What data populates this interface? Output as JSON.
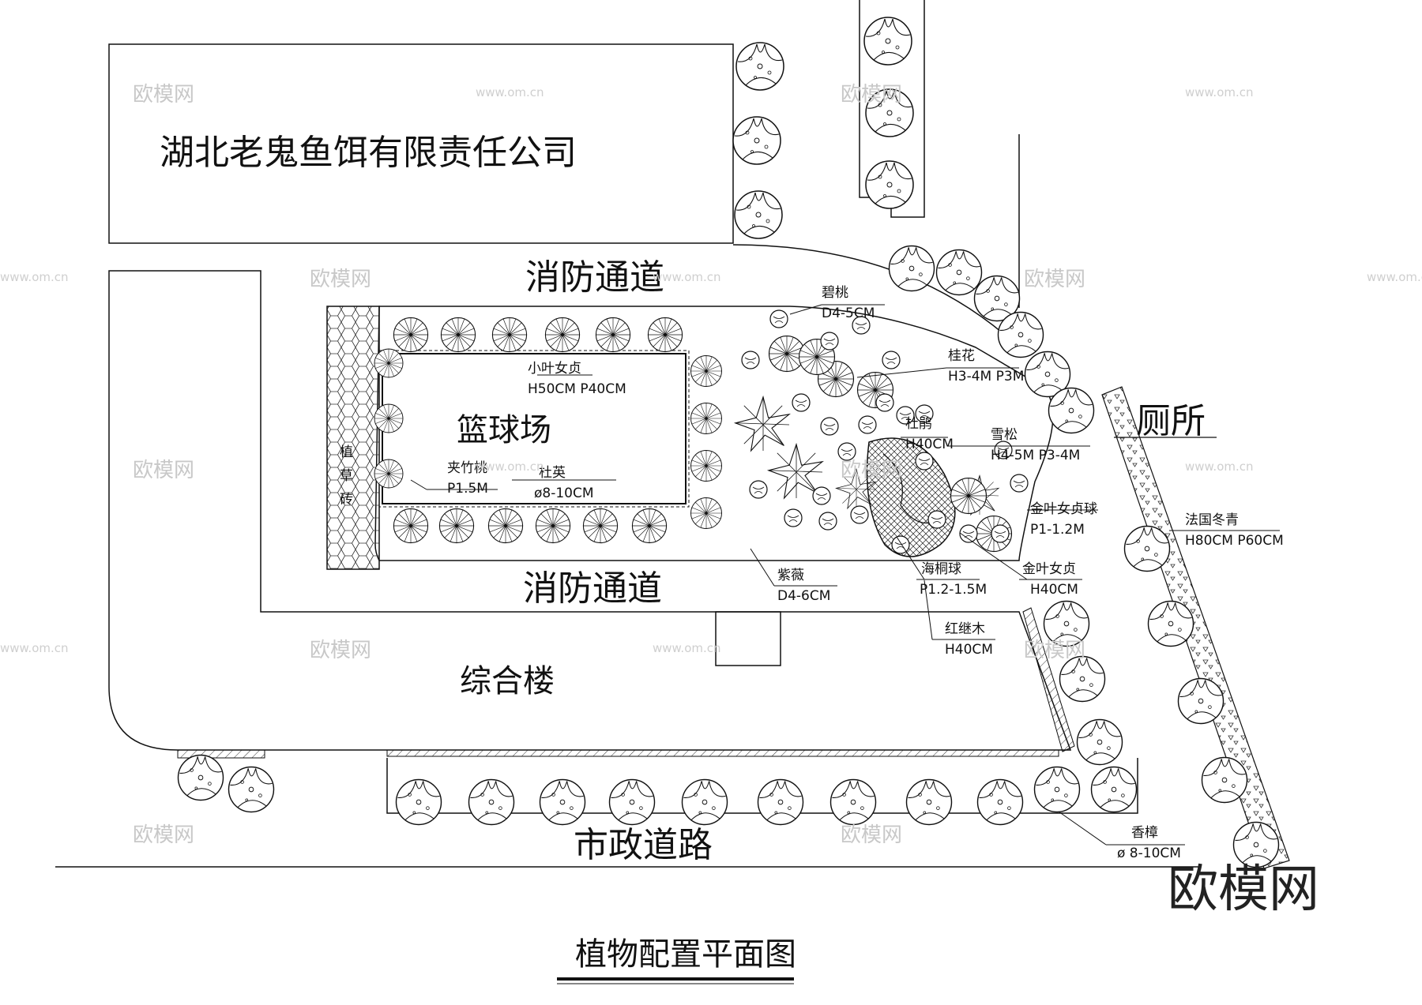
{
  "buildings": {
    "company": "湖北老鬼鱼饵有限责任公司",
    "complex": "综合楼",
    "toilet": "厕所",
    "court": "篮球场"
  },
  "roads": {
    "fire_lane_top": "消防通道",
    "fire_lane_bottom": "消防通道",
    "municipal": "市政道路"
  },
  "grass_brick": [
    "植",
    "草",
    "砖"
  ],
  "plants": {
    "bitao": {
      "name": "碧桃",
      "spec": "D4-5CM"
    },
    "guihua": {
      "name": "桂花",
      "spec": "H3-4M P3M"
    },
    "dujuan": {
      "name": "杜鹃",
      "spec": "H40CM"
    },
    "xuesong": {
      "name": "雪松",
      "spec": "H4-5M P3-4M"
    },
    "xiaoye": {
      "name": "小叶女贞",
      "spec": "H50CM P40CM"
    },
    "jiazhutao": {
      "name": "夹竹桃",
      "spec": "P1.5M"
    },
    "duying": {
      "name": "杜英",
      "spec": "ø8-10CM"
    },
    "jinyeqiu": {
      "name": "金叶女贞球",
      "spec": "P1-1.2M"
    },
    "faguo": {
      "name": "法国冬青",
      "spec": "H80CM P60CM"
    },
    "ziwei": {
      "name": "紫薇",
      "spec": "D4-6CM"
    },
    "haitong": {
      "name": "海桐球",
      "spec": "P1.2-1.5M"
    },
    "jinye": {
      "name": "金叶女贞",
      "spec": "H40CM"
    },
    "hongjimu": {
      "name": "红继木",
      "spec": "H40CM"
    },
    "xiangzhang": {
      "name": "香樟",
      "spec": "ø 8-10CM"
    }
  },
  "title": "植物配置平面图",
  "watermark": {
    "cn": "欧模网",
    "url": "www.om.cn",
    "logo": "欧模网"
  }
}
